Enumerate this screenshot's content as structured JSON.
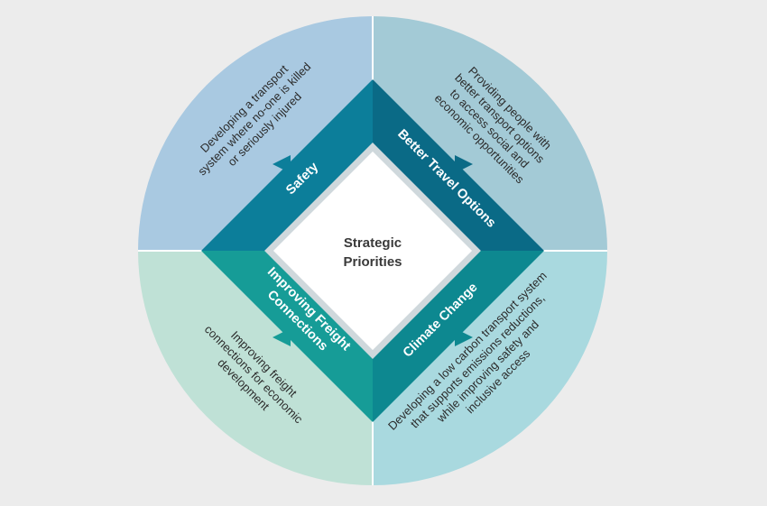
{
  "center": {
    "line1": "Strategic",
    "line2": "Priorities"
  },
  "priorities": {
    "safety": {
      "label": "Safety",
      "description": [
        "Developing a transport",
        "system where no-one is killed",
        "or seriously injured"
      ]
    },
    "travel": {
      "label": "Better Travel Options",
      "description": [
        "Providing people with",
        "better transport options",
        "to access social and",
        "economic opportunities"
      ]
    },
    "freight": {
      "label": [
        "Improving Freight",
        "Connections"
      ],
      "description": [
        "Improving freight",
        "connections for economic",
        "development"
      ]
    },
    "climate": {
      "label": "Climate Change",
      "description": [
        "Developing a low carbon transport system",
        "that supports emissions reductions,",
        "while improving safety and",
        "inclusive access"
      ]
    }
  },
  "colors": {
    "quadrant_top_left": "#a9c9e1",
    "quadrant_top_right": "#a3cad6",
    "quadrant_bottom_left": "#bfe1d6",
    "quadrant_bottom_right": "#a9d9df",
    "band_top_left": "#0c7e9a",
    "band_top_right": "#0a6a86",
    "band_bottom_left": "#169c97",
    "band_bottom_right": "#0d8890",
    "center_fill": "#ffffff",
    "center_border": "#cfd8dc"
  }
}
